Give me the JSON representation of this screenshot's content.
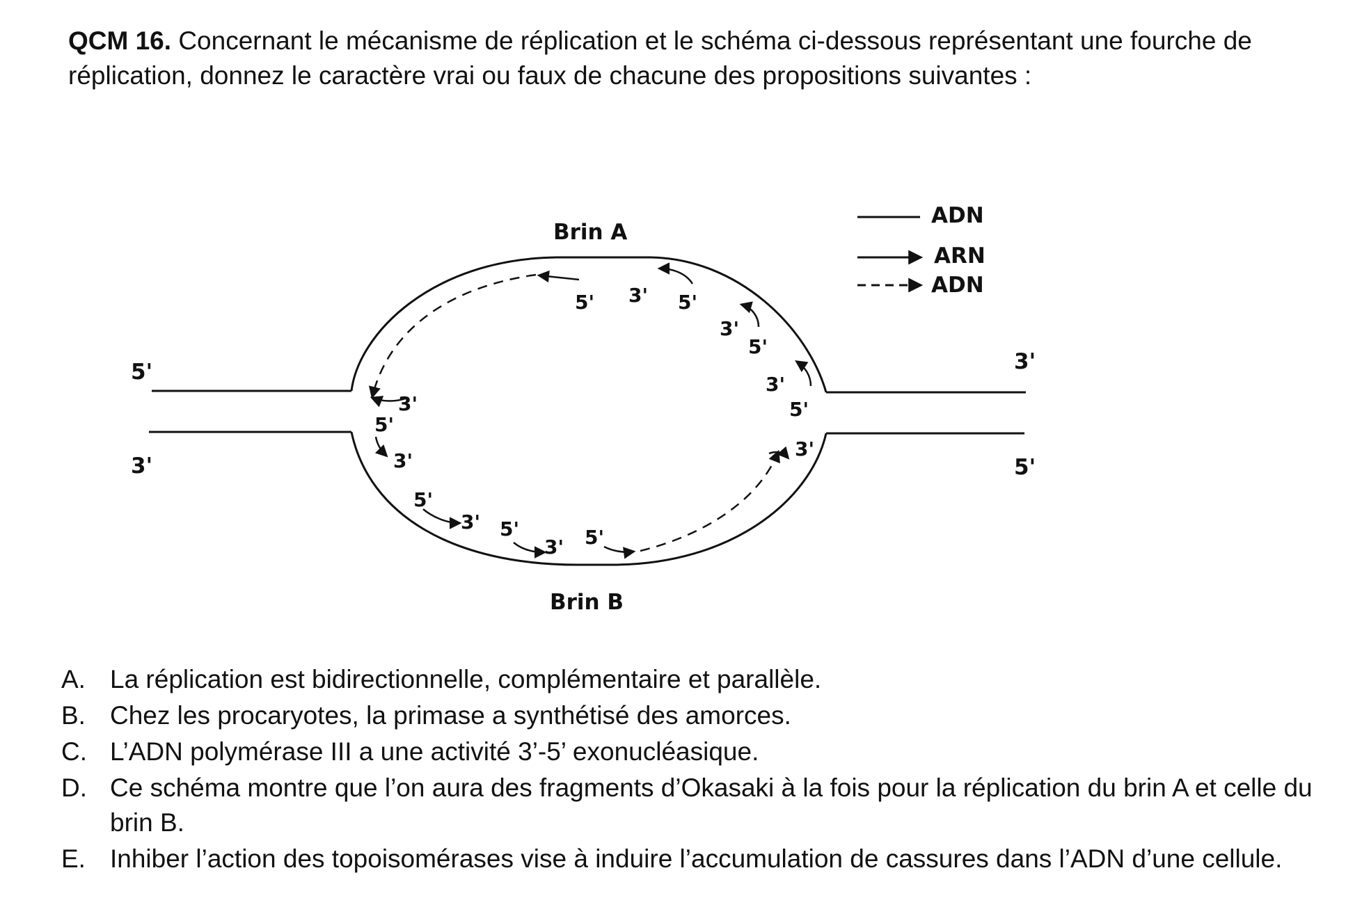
{
  "question": {
    "label": "QCM 16.",
    "text": "Concernant le mécanisme de réplication et le schéma ci-dessous représentant une fourche de réplication, donnez le caractère vrai ou faux de chacune des propositions suivantes :"
  },
  "diagram": {
    "strand_a_label": "Brin A",
    "strand_b_label": "Brin B",
    "legend": [
      {
        "style": "solid",
        "label": "ADN"
      },
      {
        "style": "arrow",
        "label": "ARN"
      },
      {
        "style": "dashed-arrow",
        "label": "ADN"
      }
    ],
    "end_labels": {
      "top_left": "5'",
      "bottom_left": "3'",
      "top_right": "3'",
      "bottom_right": "5'"
    },
    "primer_labels": {
      "top_1_5p": "5'",
      "top_2_3p": "3'",
      "top_2_5p": "5'",
      "top_3_3p": "3'",
      "top_3_5p": "5'",
      "top_4_3p": "3'",
      "top_4_5p": "5'",
      "right_3p": "3'",
      "left_top_3p": "3'",
      "left_5p": "5'",
      "left_bottom_3p": "3'",
      "bottom_1_5p": "5'",
      "bottom_1_3p": "3'",
      "bottom_2_5p": "5'",
      "bottom_2_3p": "3'",
      "bottom_3_5p": "5'"
    },
    "colors": {
      "ink": "#111111"
    }
  },
  "options": [
    {
      "letter": "A.",
      "text": "La réplication est bidirectionnelle, complémentaire et parallèle."
    },
    {
      "letter": "B.",
      "text": "Chez les procaryotes, la primase a synthétisé des amorces."
    },
    {
      "letter": "C.",
      "text": "L’ADN polymérase III a une activité 3’-5’ exonucléasique."
    },
    {
      "letter": "D.",
      "text": "Ce schéma montre que l’on aura des fragments d’Okasaki à la fois pour la réplication du brin A et celle du brin B."
    },
    {
      "letter": "E.",
      "text": "Inhiber l’action des topoisomérases vise à induire l’accumulation de cassures dans l’ADN d’une cellule."
    }
  ]
}
